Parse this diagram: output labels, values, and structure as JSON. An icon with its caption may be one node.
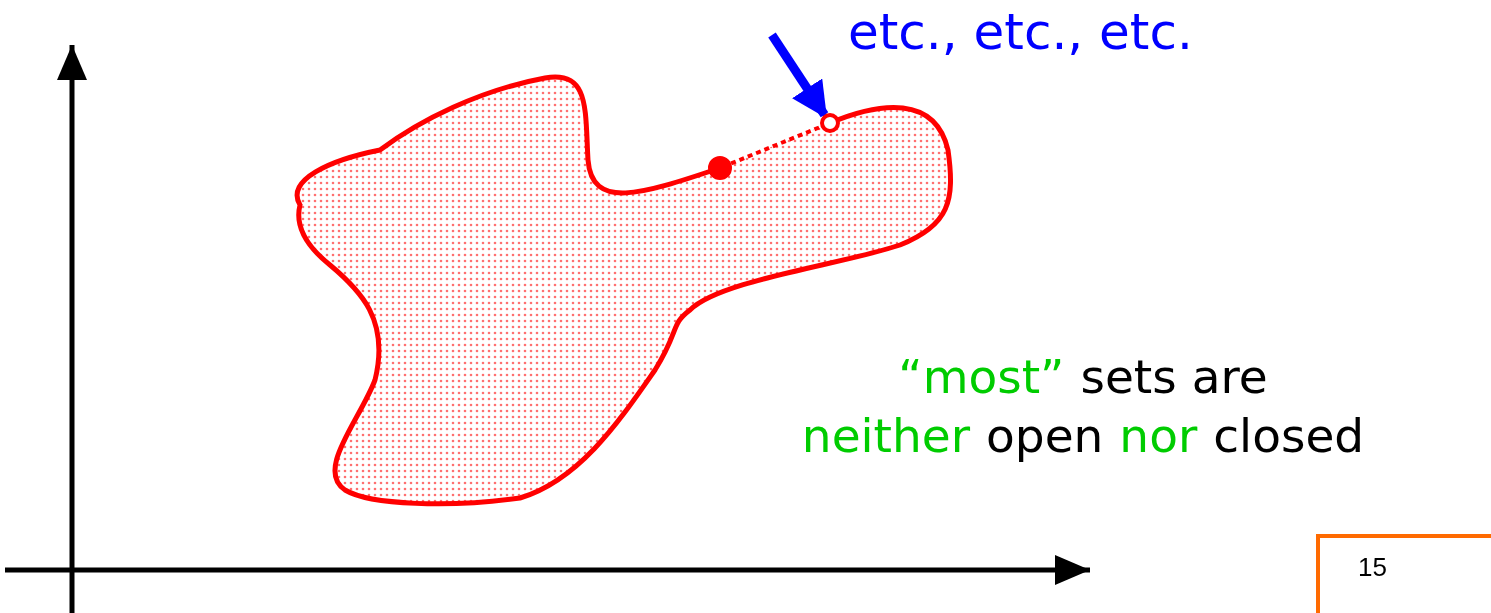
{
  "diagram": {
    "nodes": [
      {
        "text": [],
        "shape": "circle"
      },
      {
        "text": [],
        "shape": "circle"
      }
    ],
    "edges": [
      {
        "from": null,
        "to": 0,
        "arrow": "to",
        "style": "thick",
        "color": "#0000ff"
      },
      {
        "from": 1,
        "to": 0,
        "arrow": "none",
        "style": "dashed",
        "color": "#ff0000"
      }
    ],
    "labels": [
      "etc., etc., etc.",
      "“most”",
      "sets are",
      "neither",
      "open",
      "nor",
      "closed",
      "15"
    ]
  }
}
